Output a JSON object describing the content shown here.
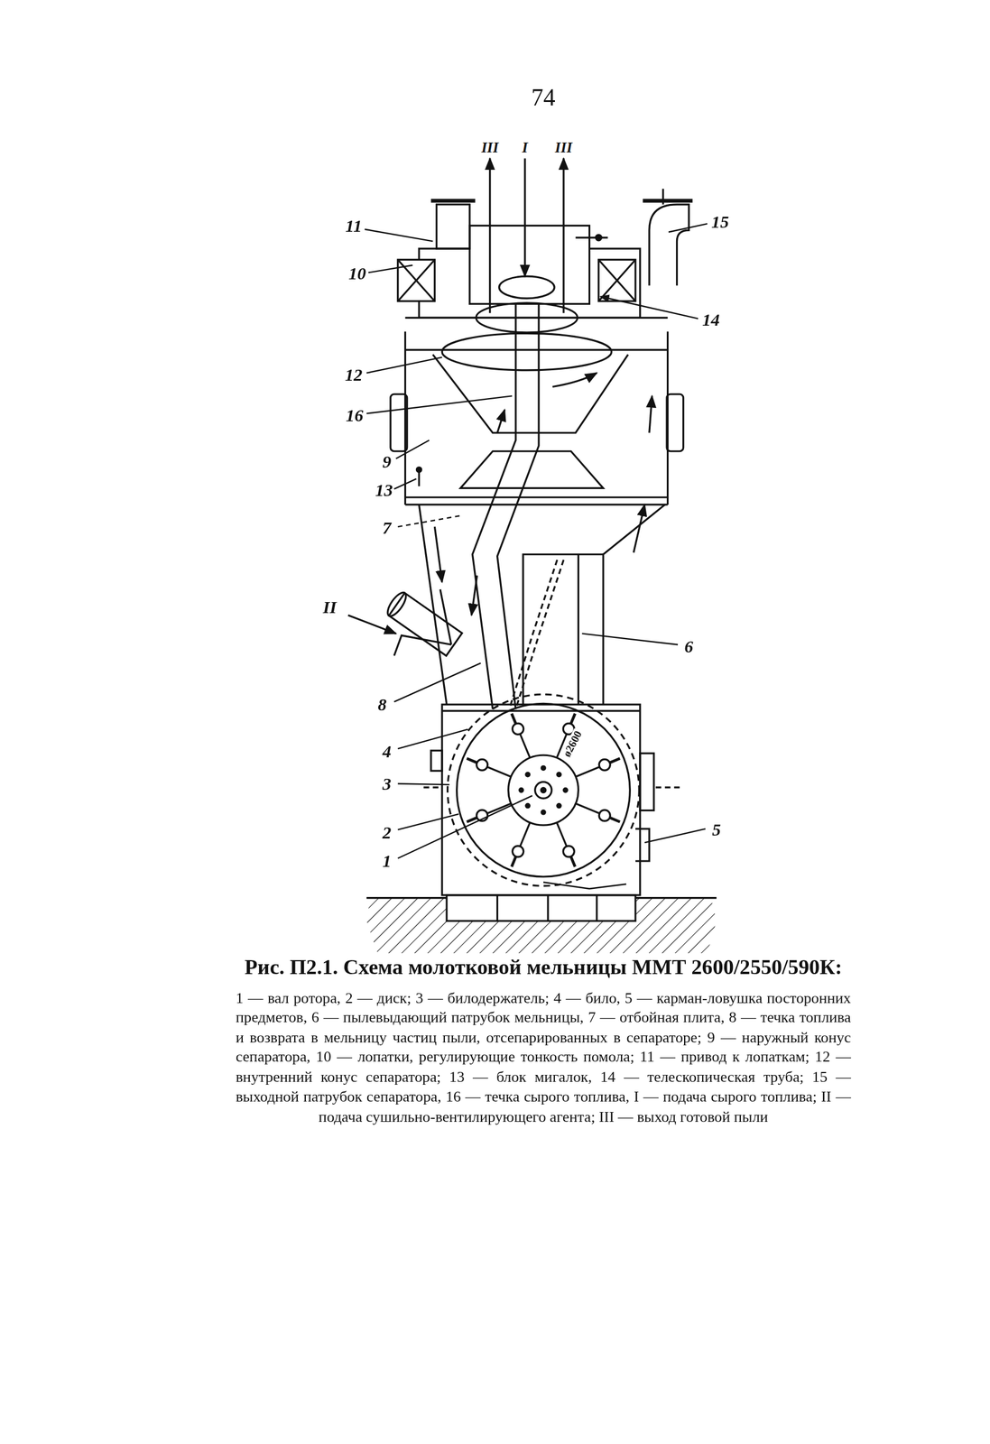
{
  "diagram": {
    "title": "Рис. П2.1. Схема молотковой мельницы ММТ 2600/2550/590К:",
    "caption": "1 — вал ротора, 2 — диск; 3 — билодержатель; 4 — било, 5 — карман-ловушка посторонних предметов, 6 — пылевыдающий патрубок мельницы, 7 — отбойная плита, 8 — течка топлива и возврата в мельницу частиц пыли, отсепарированных в сепараторе; 9 — наружный конус сепаратора, 10 — лопатки, регулирующие тонкость помола; 11 — привод к лопаткам; 12 — внутренний конус сепаратора; 13 — блок мигалок, 14 — телескопическая труба; 15 — выходной патрубок сепаратора, 16 — течка сырого топлива, I — подача сырого топлива; II — подача сушильно-вентилирующего агента; III — выход готовой пыли",
    "labels": [
      "74",
      "III",
      "I",
      "III",
      "11",
      "10",
      "15",
      "14",
      "12",
      "16",
      "9",
      "13",
      "7",
      "II",
      "8",
      "6",
      "4",
      "3",
      "2",
      "1",
      "5",
      "ø2600"
    ]
  }
}
